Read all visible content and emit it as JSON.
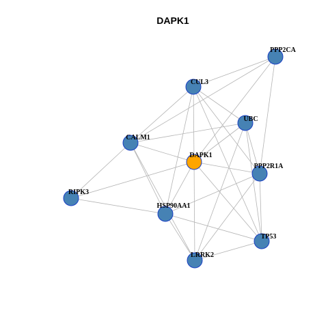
{
  "title": "DAPK1",
  "colors": {
    "hub_fill": "#FFA500",
    "hub_stroke": "#B8860B",
    "node_fill": "#4682B4",
    "node_stroke": "#1A3FC4",
    "edge": "#B3B3B3"
  },
  "nodes": [
    {
      "id": "PPP2CA",
      "label": "PPP2CA",
      "hub": false
    },
    {
      "id": "CUL3",
      "label": "CUL3",
      "hub": false
    },
    {
      "id": "UBC",
      "label": "UBC",
      "hub": false
    },
    {
      "id": "CALM1",
      "label": "CALM1",
      "hub": false
    },
    {
      "id": "DAPK1",
      "label": "DAPK1",
      "hub": true
    },
    {
      "id": "PPP2R1A",
      "label": "PPP2R1A",
      "hub": false
    },
    {
      "id": "RIPK3",
      "label": "RIPK3",
      "hub": false
    },
    {
      "id": "HSP90AA1",
      "label": "HSP90AA1",
      "hub": false
    },
    {
      "id": "TP53",
      "label": "TP53",
      "hub": false
    },
    {
      "id": "LRRK2",
      "label": "LRRK2",
      "hub": false
    }
  ],
  "edges": [
    [
      "CUL3",
      "PPP2CA"
    ],
    [
      "CALM1",
      "PPP2CA"
    ],
    [
      "DAPK1",
      "PPP2CA"
    ],
    [
      "PPP2R1A",
      "PPP2CA"
    ],
    [
      "CUL3",
      "CALM1"
    ],
    [
      "CUL3",
      "UBC"
    ],
    [
      "CUL3",
      "DAPK1"
    ],
    [
      "CUL3",
      "PPP2R1A"
    ],
    [
      "CUL3",
      "HSP90AA1"
    ],
    [
      "CUL3",
      "TP53"
    ],
    [
      "UBC",
      "CALM1"
    ],
    [
      "UBC",
      "DAPK1"
    ],
    [
      "UBC",
      "PPP2R1A"
    ],
    [
      "UBC",
      "TP53"
    ],
    [
      "UBC",
      "LRRK2"
    ],
    [
      "CALM1",
      "DAPK1"
    ],
    [
      "CALM1",
      "RIPK3"
    ],
    [
      "CALM1",
      "HSP90AA1"
    ],
    [
      "CALM1",
      "LRRK2"
    ],
    [
      "DAPK1",
      "RIPK3"
    ],
    [
      "DAPK1",
      "HSP90AA1"
    ],
    [
      "DAPK1",
      "PPP2R1A"
    ],
    [
      "DAPK1",
      "TP53"
    ],
    [
      "DAPK1",
      "LRRK2"
    ],
    [
      "PPP2R1A",
      "HSP90AA1"
    ],
    [
      "PPP2R1A",
      "TP53"
    ],
    [
      "PPP2R1A",
      "LRRK2"
    ],
    [
      "RIPK3",
      "HSP90AA1"
    ],
    [
      "HSP90AA1",
      "TP53"
    ],
    [
      "HSP90AA1",
      "LRRK2"
    ],
    [
      "TP53",
      "LRRK2"
    ]
  ]
}
